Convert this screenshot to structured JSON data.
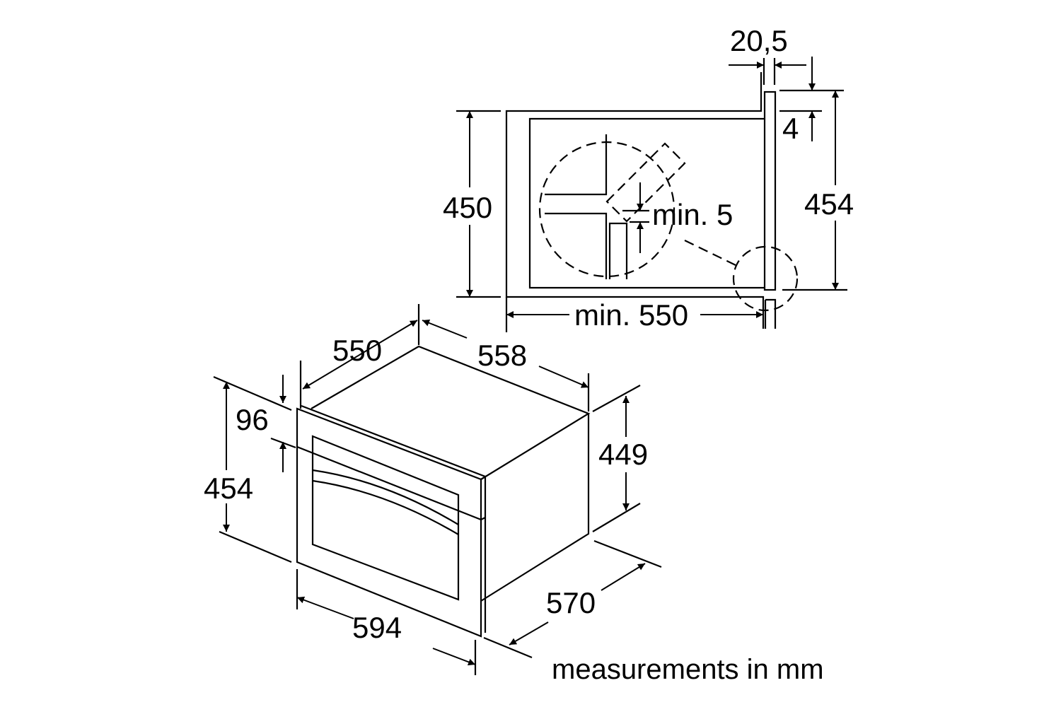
{
  "side_view": {
    "dim_panel_thickness": "20,5",
    "dim_top_offset": "4",
    "dim_panel_height": "454",
    "dim_niche_height": "450",
    "dim_gap": "min. 5",
    "dim_niche_depth": "min. 550"
  },
  "iso_view": {
    "dim_depth_top": "550",
    "dim_width_top": "558",
    "dim_height_body": "449",
    "dim_height_front": "454",
    "dim_panel_top": "96",
    "dim_width_front": "594",
    "dim_depth_total": "570"
  },
  "footnote": "measurements in mm"
}
